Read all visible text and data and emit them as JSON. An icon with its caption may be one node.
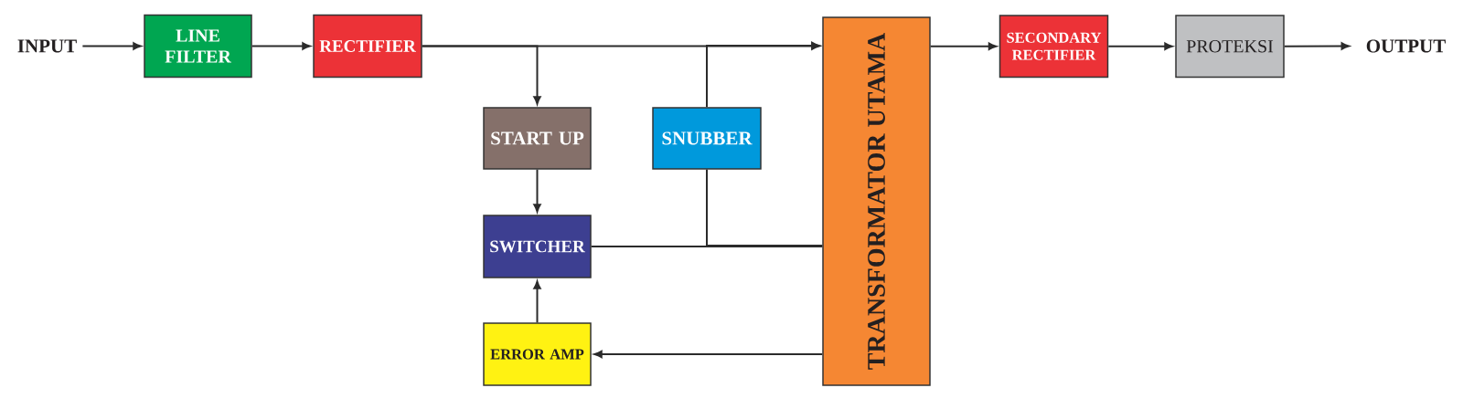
{
  "diagram": {
    "nodes": [
      {
        "text": [
          "INPUT"
        ]
      },
      {
        "text": [
          "LINE FILTER"
        ]
      },
      {
        "text": [
          "RECTIFIER"
        ]
      },
      {
        "text": [
          "TRANSFORMATOR UTAMA"
        ]
      },
      {
        "text": [
          "SECONDARY RECTIFIER"
        ]
      },
      {
        "text": [
          "PROTEKSI"
        ]
      },
      {
        "text": [
          "OUTPUT"
        ]
      },
      {
        "text": [
          "START UP"
        ]
      },
      {
        "text": [
          "SNUBBER"
        ]
      },
      {
        "text": [
          "SWITCHER"
        ]
      },
      {
        "text": [
          "ERROR AMP"
        ]
      }
    ],
    "edges": [
      {
        "from": 0,
        "to": 1,
        "arrow": "to"
      },
      {
        "from": 1,
        "to": 2,
        "arrow": "to"
      },
      {
        "from": 2,
        "to": 3,
        "arrow": "to"
      },
      {
        "from": 2,
        "to": 7,
        "arrow": "to"
      },
      {
        "from": 8,
        "to": 3,
        "arrow": "to"
      },
      {
        "from": 7,
        "to": 9,
        "arrow": "to"
      },
      {
        "from": 10,
        "to": 9,
        "arrow": "to"
      },
      {
        "from": 9,
        "to": 3,
        "arrow": "none"
      },
      {
        "from": 8,
        "to": 3,
        "arrow": "none"
      },
      {
        "from": 3,
        "to": 10,
        "arrow": "to"
      },
      {
        "from": 3,
        "to": 4,
        "arrow": "to"
      },
      {
        "from": 4,
        "to": 5,
        "arrow": "to"
      },
      {
        "from": 5,
        "to": 6,
        "arrow": "to"
      }
    ]
  }
}
